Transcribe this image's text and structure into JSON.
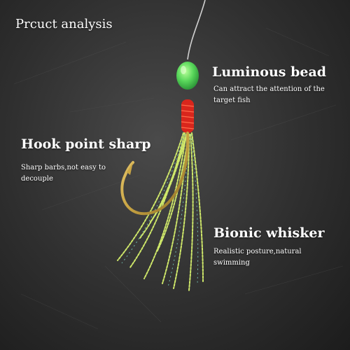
{
  "title": "Prcuct analysis",
  "callouts": {
    "bead": {
      "heading": "Luminous bead",
      "description": "Can attract the attention of the target fish"
    },
    "hook": {
      "heading": "Hook point sharp",
      "description": "Sharp barbs,not easy to decouple"
    },
    "whisker": {
      "heading": "Bionic whisker",
      "description": "Realistic posture,natural swimming"
    }
  },
  "colors": {
    "background": "#2f2f2f",
    "bead": "#58d65a",
    "wrap": "#d9261c",
    "hook": "#c9a544",
    "whisker": "#cfe86a"
  }
}
